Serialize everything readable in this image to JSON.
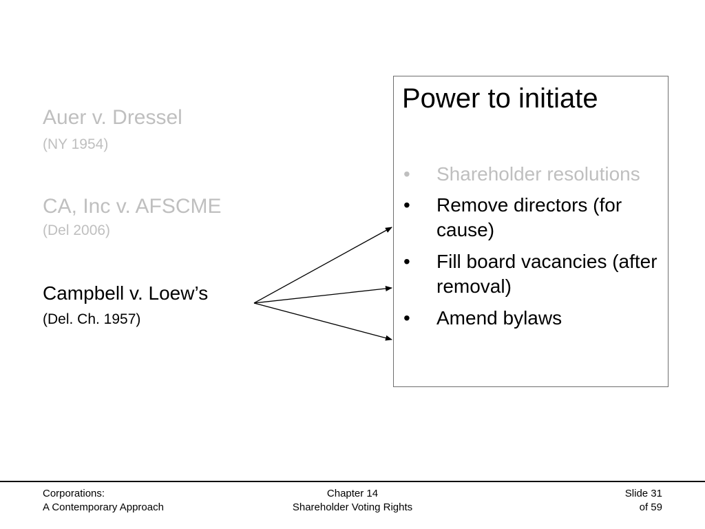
{
  "cases": [
    {
      "name": "Auer v. Dressel",
      "court": "(NY 1954)",
      "highlighted": false
    },
    {
      "name": "CA, Inc v. AFSCME",
      "court": "(Del 2006)",
      "highlighted": false
    },
    {
      "name": "Campbell v. Loew’s",
      "court": "(Del. Ch. 1957)",
      "highlighted": true
    }
  ],
  "power_box": {
    "title": "Power to initiate",
    "bullet_glyph": "•",
    "items": [
      {
        "text": "Shareholder resolutions",
        "highlighted": false
      },
      {
        "text": "Remove directors (for cause)",
        "highlighted": true
      },
      {
        "text": "Fill board vacancies (after removal)",
        "highlighted": true
      },
      {
        "text": "Amend bylaws",
        "highlighted": true
      }
    ]
  },
  "colors": {
    "highlighted_text": "#000000",
    "dimmed_text": "#bfbfbf",
    "box_border": "#6e6e6e"
  },
  "footer": {
    "left_line1": "Corporations:",
    "left_line2": "A Contemporary Approach",
    "center_line1": "Chapter 14",
    "center_line2": "Shareholder Voting Rights",
    "right_line1": "Slide 31",
    "right_line2": "of 59"
  }
}
